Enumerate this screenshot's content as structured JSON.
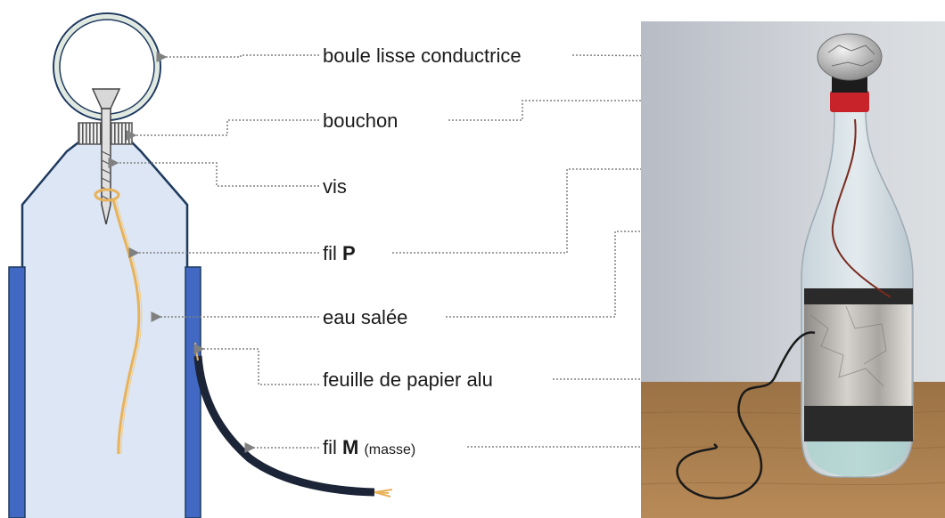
{
  "labels": {
    "ball": "boule lisse conductrice",
    "cap": "bouchon",
    "screw": "vis",
    "wire_p_prefix": "fil ",
    "wire_p_letter": "P",
    "salt_water": "eau salée",
    "foil": "feuille de papier alu",
    "wire_m_prefix": "fil ",
    "wire_m_letter": "M",
    "wire_m_note": "(masse)"
  },
  "colors": {
    "bottle_fill": "#dce6f4",
    "bottle_outline": "#1f3a5f",
    "foil_band": "#4169c4",
    "ball_ring": "#dfe9df",
    "wire_copper": "#e8b25a",
    "ground_cable": "#1c2438",
    "pointer": "#808080",
    "photo_wall": "#c9cfd8",
    "photo_table": "#a77d4c"
  }
}
